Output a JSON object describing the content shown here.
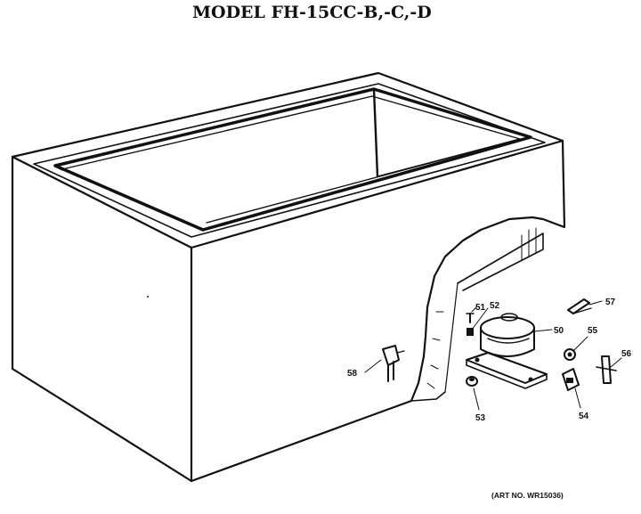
{
  "title": "MODEL FH-15CC-B,-C,-D",
  "art_number": "(ART NO. WR15036)",
  "callouts": {
    "p50": "50",
    "p51": "51",
    "p52": "52",
    "p53": "53",
    "p54": "54",
    "p55": "55",
    "p56": "56",
    "p57": "57",
    "p58": "58"
  }
}
